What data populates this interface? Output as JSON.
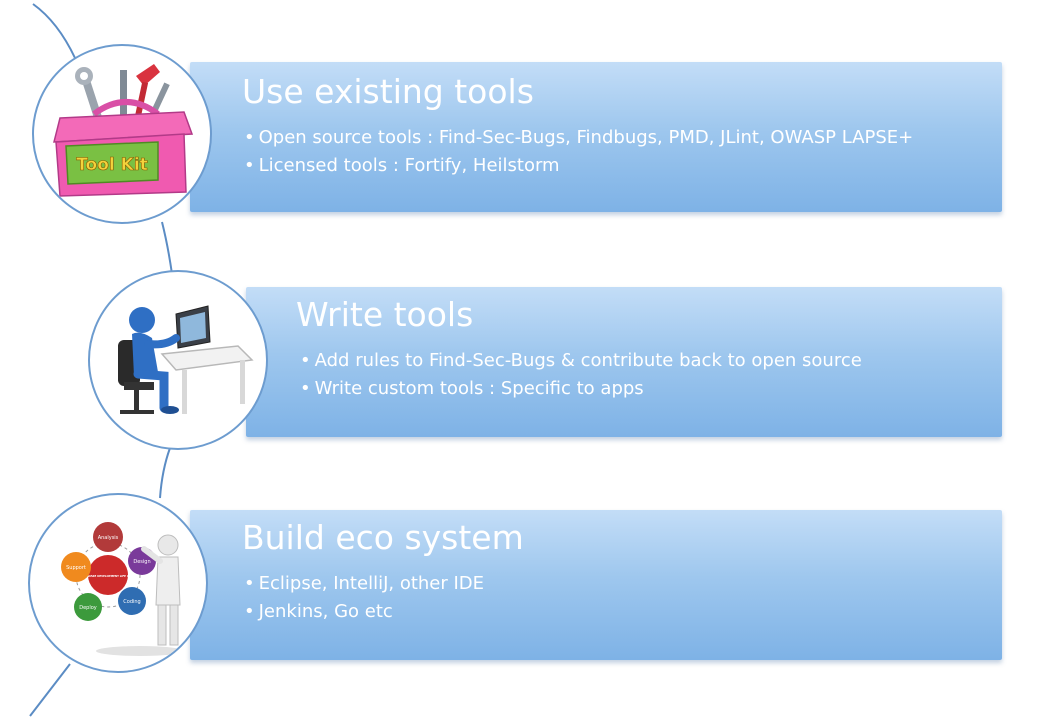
{
  "steps": [
    {
      "title": "Use existing tools",
      "bullets": [
        "Open source tools : Find-Sec-Bugs, Findbugs, PMD, JLint, OWASP LAPSE+",
        "Licensed tools : Fortify, Heilstorm"
      ],
      "icon": "toolkit-icon",
      "icon_text": "Tool Kit"
    },
    {
      "title": "Write tools",
      "bullets": [
        "Add rules to Find-Sec-Bugs & contribute back to open source",
        "Write custom tools : Specific to apps"
      ],
      "icon": "developer-at-computer-icon"
    },
    {
      "title": "Build eco system",
      "bullets": [
        "Eclipse, IntelliJ, other IDE",
        "Jenkins, Go etc"
      ],
      "icon": "sdlc-cycle-icon",
      "icon_text": {
        "center": "SOFTWARE DEVELOPMENT LIFE CYCLE",
        "nodes": [
          "Analysis",
          "Design",
          "Coding",
          "Deploy",
          "Support"
        ]
      }
    }
  ],
  "bullet_glyph": "•",
  "colors": {
    "band_top": "#c3ddf7",
    "band_bottom": "#7eb2e6",
    "connector": "#5b8cc4",
    "circle_border": "#6d9ccf"
  }
}
